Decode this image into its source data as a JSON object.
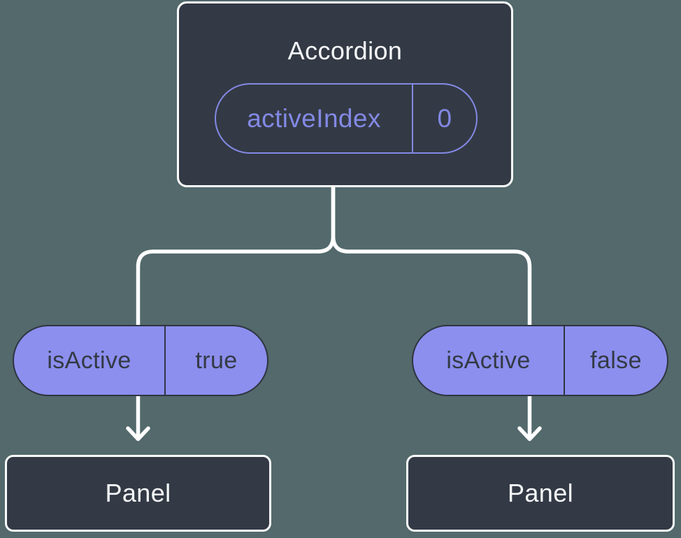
{
  "diagram": {
    "root": {
      "title": "Accordion",
      "state": {
        "name": "activeIndex",
        "value": "0"
      }
    },
    "branches": [
      {
        "prop_name": "isActive",
        "prop_value": "true",
        "child_title": "Panel"
      },
      {
        "prop_name": "isActive",
        "prop_value": "false",
        "child_title": "Panel"
      }
    ],
    "colors": {
      "background": "#53696c",
      "node_fill": "#333a45",
      "node_border": "#fbfcfc",
      "node_text": "#f7f8fa",
      "state_accent": "#8389e4",
      "prop_fill": "#8c8fee",
      "prop_border": "#2e3540",
      "prop_text": "#333a45",
      "connector": "#ffffff"
    }
  }
}
